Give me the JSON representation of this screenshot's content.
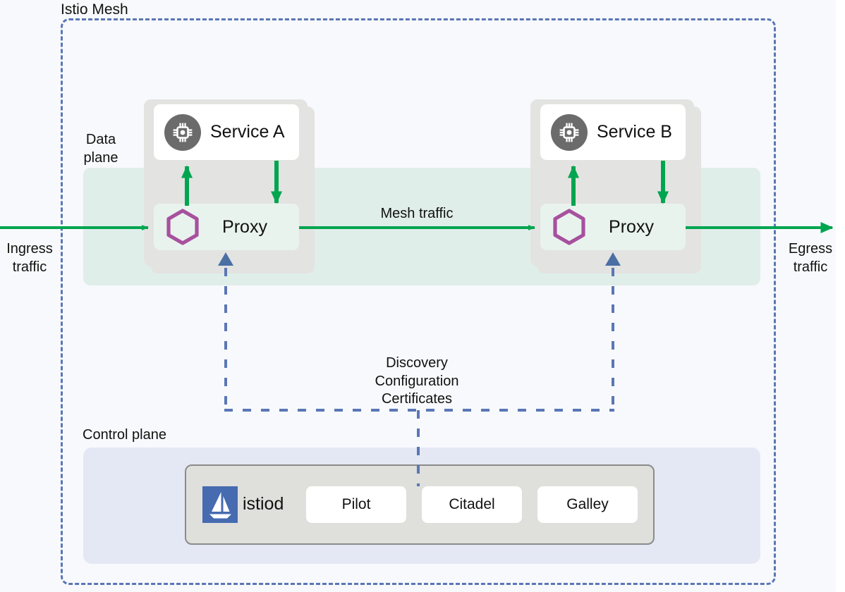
{
  "diagram": {
    "title": "Istio Mesh",
    "mesh_label": "Istio Mesh",
    "planes": {
      "data_plane_label": "Data\nplane",
      "data_plane_line1": "Data",
      "data_plane_line2": "plane",
      "control_plane_label": "Control plane"
    },
    "traffic": {
      "ingress_line1": "Ingress",
      "ingress_line2": "traffic",
      "egress_line1": "Egress",
      "egress_line2": "traffic",
      "mesh_traffic": "Mesh traffic"
    },
    "control_signals": {
      "line1": "Discovery",
      "line2": "Configuration",
      "line3": "Certificates"
    },
    "pods": [
      {
        "id": "pod-a",
        "service_label": "Service A",
        "service_icon": "cpu-chip-icon",
        "proxy_label": "Proxy",
        "proxy_icon": "hexagon-icon"
      },
      {
        "id": "pod-b",
        "service_label": "Service B",
        "service_icon": "cpu-chip-icon",
        "proxy_label": "Proxy",
        "proxy_icon": "hexagon-icon"
      }
    ],
    "control_plane": {
      "logo_icon": "istio-sail-logo",
      "name": "istiod",
      "components": [
        "Pilot",
        "Citadel",
        "Galley"
      ]
    },
    "colors": {
      "canvas_background": "#f8f9fc",
      "mesh_border": "#5a77b5",
      "data_plane_band": "#e0eeea",
      "control_plane_band": "#e4e8f5",
      "pod_card": "#e3e3e1",
      "service_box": "#ffffff",
      "proxy_box": "#e9f3ee",
      "traffic_arrow_green": "#00a550",
      "hexagon_purple": "#a7519e",
      "service_icon_gray": "#6b6b6b",
      "istio_logo_blue": "#466bb0",
      "istiod_box": "#dfdfdc",
      "istiod_border": "#8b8b8b",
      "control_dash_blue": "#5a77b5",
      "control_arrow_blue": "#4a6fa5",
      "text": "#111111"
    }
  }
}
